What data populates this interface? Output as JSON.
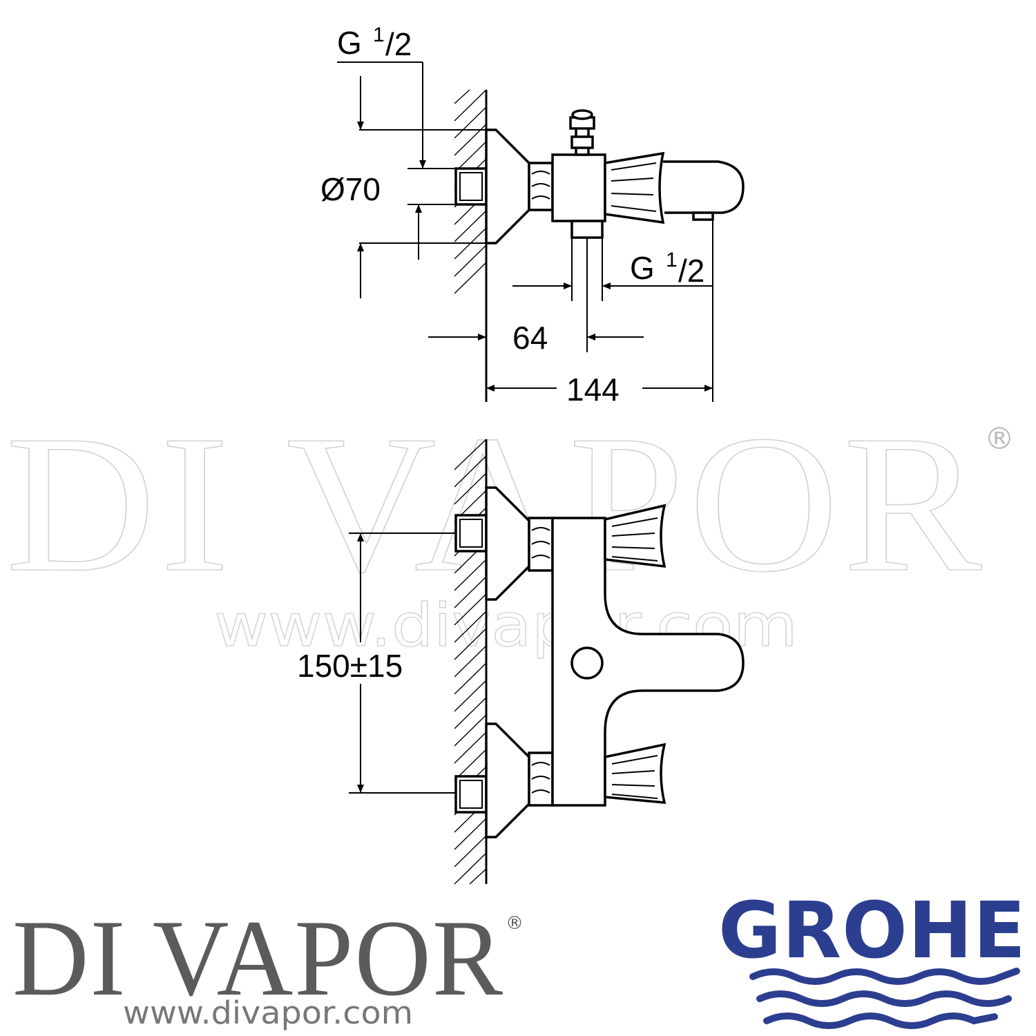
{
  "dimensions": {
    "top_thread_prefix": "G",
    "top_thread_num": "1",
    "top_thread_den": "/2",
    "diameter": "Ø70",
    "outlet_thread_prefix": "G",
    "outlet_thread_num": "1",
    "outlet_thread_den": "/2",
    "spout_offset": "64",
    "total_projection": "144",
    "inlet_centres": "150±15"
  },
  "watermark": {
    "name": "DI VAPOR",
    "registered": "®",
    "url": "www.divapor.com"
  },
  "branding": {
    "retailer": "DI VAPOR",
    "retailer_registered": "®",
    "retailer_url": "www.divapor.com",
    "manufacturer": "GROHE",
    "manufacturer_color": "#2c3e8f"
  }
}
